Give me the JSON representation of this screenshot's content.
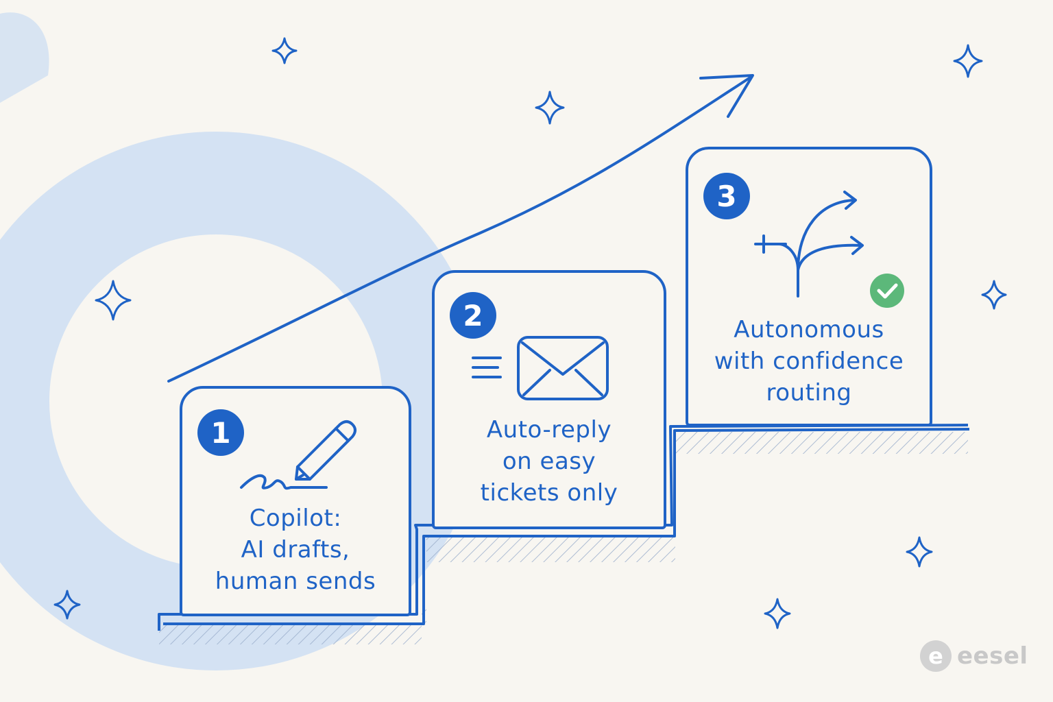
{
  "colors": {
    "background": "#f8f6f1",
    "ink": "#1f63c6",
    "wash": "#cfe0f3",
    "check": "#5cb87a",
    "logo": "#c8c8c8"
  },
  "steps": [
    {
      "number": "1",
      "icon": "pencil-signature-icon",
      "lines": [
        "Copilot:",
        "AI drafts,",
        "human sends"
      ]
    },
    {
      "number": "2",
      "icon": "envelope-icon",
      "lines": [
        "Auto-reply",
        "on easy",
        "tickets only"
      ]
    },
    {
      "number": "3",
      "icon": "branching-arrows-icon",
      "lines": [
        "Autonomous",
        "with confidence",
        "routing"
      ]
    }
  ],
  "logo": {
    "mark": "e",
    "text": "eesel"
  }
}
